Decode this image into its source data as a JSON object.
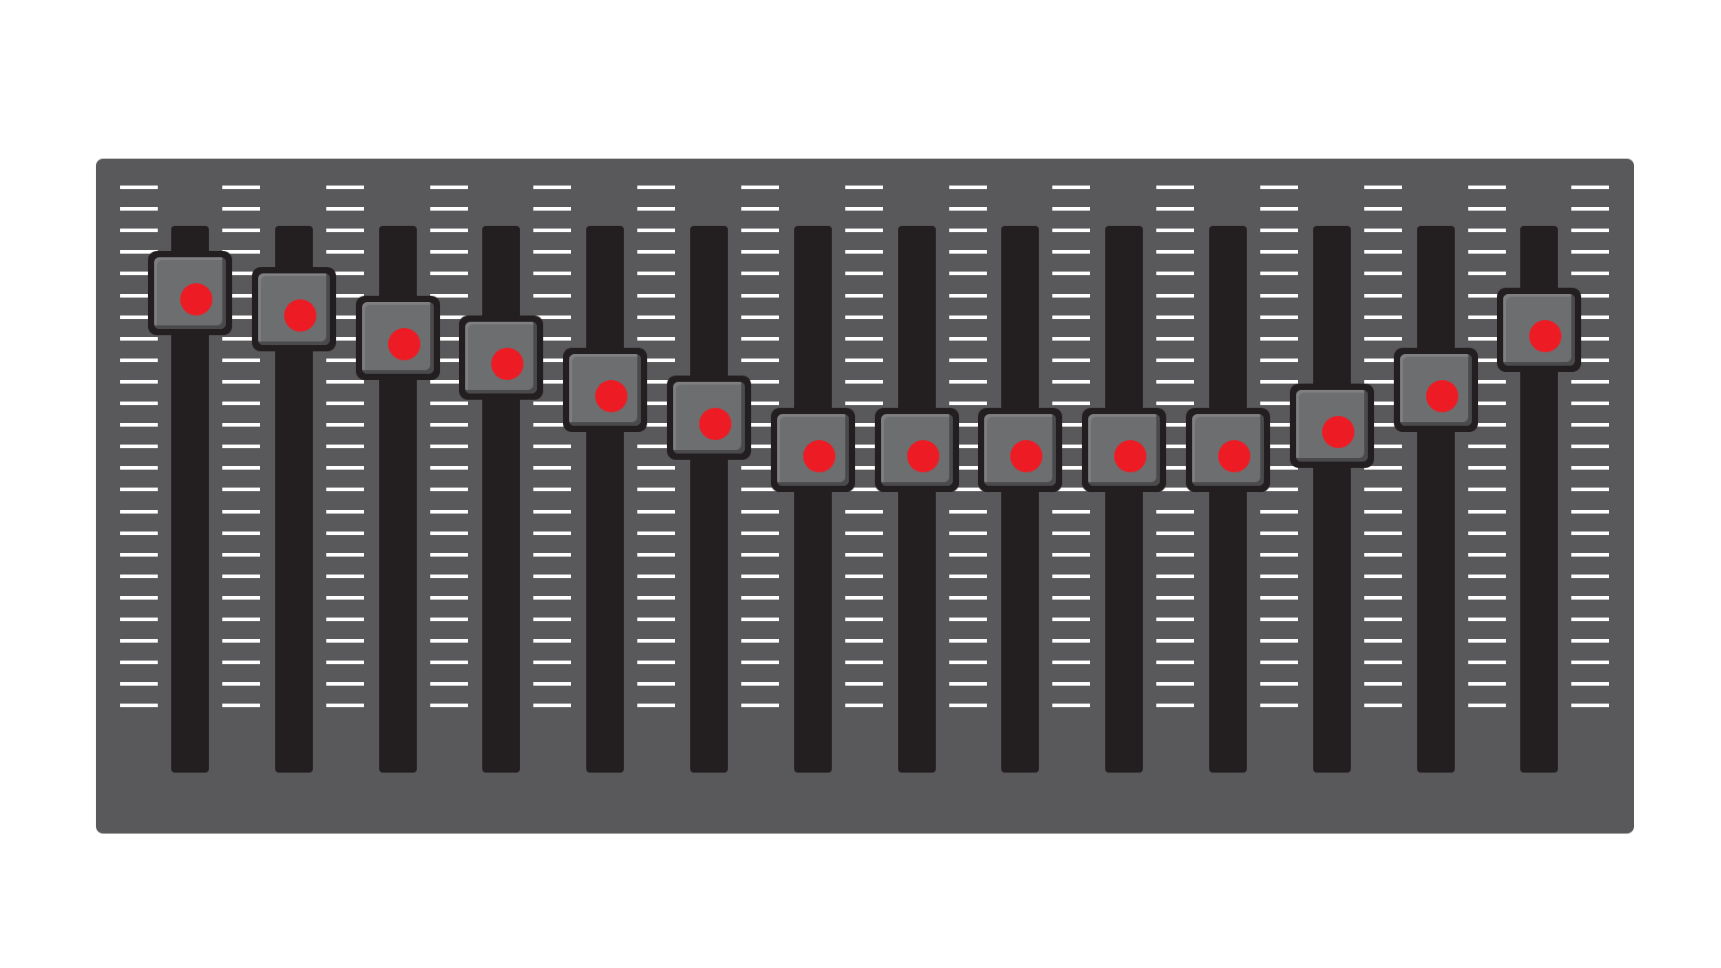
{
  "panel": {
    "background": "#59595b"
  },
  "colors": {
    "track": "#231f20",
    "tick": "#ffffff",
    "knob_border": "#231f20",
    "knob_face": "#6d6e70",
    "led": "#ed1c24"
  },
  "equalizer": {
    "band_count": 14,
    "tick_count": 25,
    "levels": [
      0.87,
      0.83,
      0.76,
      0.71,
      0.63,
      0.56,
      0.48,
      0.48,
      0.48,
      0.48,
      0.48,
      0.54,
      0.63,
      0.78
    ]
  }
}
